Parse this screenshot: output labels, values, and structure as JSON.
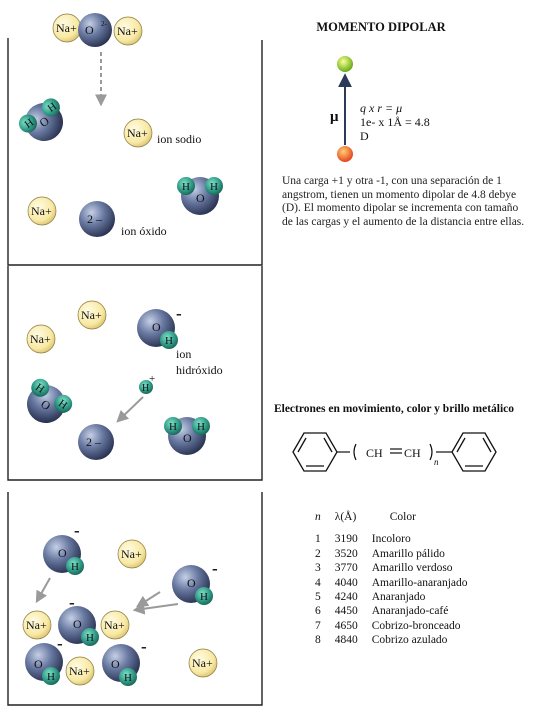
{
  "title": "MOMENTO DIPOLAR",
  "ions": {
    "sodium": "Na+",
    "oxide_top": "O",
    "oxide_top_charge": "2-",
    "oxide": "2 –",
    "oxygen": "O",
    "hydrogen": "H",
    "proton": "H",
    "proton_charge": "+",
    "minus": "-"
  },
  "labels": {
    "sodium_ion": "ion sodio",
    "oxide_ion": "ion óxido",
    "hydroxide_ion_l1": "ion",
    "hydroxide_ion_l2": "hidróxido"
  },
  "dipole": {
    "mu": "μ",
    "formula_l1": "q x r = μ",
    "formula_l2": "1e- x 1Å = 4.8",
    "formula_l3": "D",
    "description": "Una carga +1 y otra -1, con una separación de 1 angstrom, tienen un momento dipolar de 4.8 debye (D). El momento dipolar se incrementa con tamaño de las cargas y el aumento de la distancia entre ellas.",
    "colors": {
      "positive": "#f46a3c",
      "negative": "#8cd60e"
    }
  },
  "polyene": {
    "title": "Electrones en movimiento, color y brillo metálico",
    "chain": "CH",
    "chain2": "CH",
    "subscript": "n"
  },
  "table": {
    "headers": [
      "n",
      "λ(Å)",
      "Color"
    ],
    "rows": [
      [
        "1",
        "3190",
        "Incoloro"
      ],
      [
        "2",
        "3520",
        "Amarillo pálido"
      ],
      [
        "3",
        "3770",
        "Amarillo verdoso"
      ],
      [
        "4",
        "4040",
        "Amarillo-anaranjado"
      ],
      [
        "5",
        "4240",
        "Anaranjado"
      ],
      [
        "6",
        "4450",
        "Anaranjado-café"
      ],
      [
        "7",
        "4650",
        "Cobrizo-bronceado"
      ],
      [
        "8",
        "4840",
        "Cobrizo azulado"
      ]
    ]
  },
  "palette": {
    "sodium": "#fbf0b0",
    "oxygen": "#4f5f85",
    "hydrogen": "#2f9a86"
  }
}
